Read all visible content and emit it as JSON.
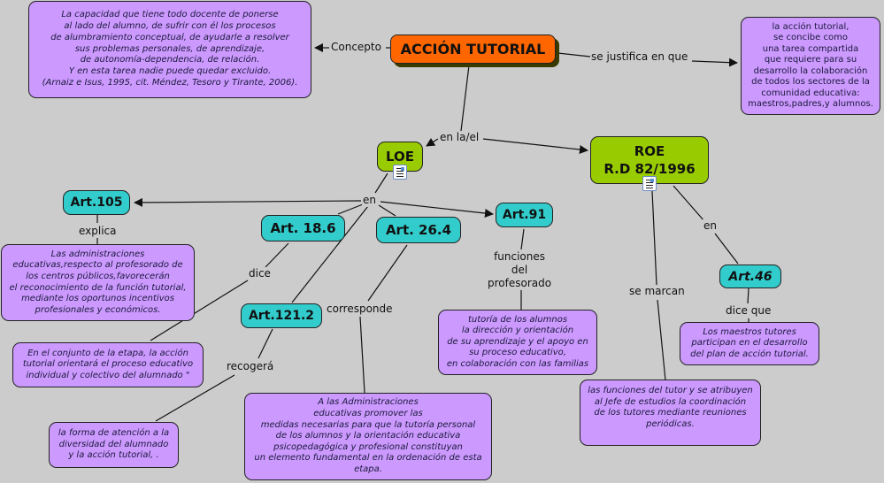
{
  "map": {
    "root": "ACCIÓN TUTORIAL",
    "concepto_label": "Concepto",
    "concepto_text": "La capacidad que tiene todo docente de ponerse\nal lado del alumno, de sufrir con él los procesos\nde alumbramiento conceptual, de ayudarle a resolver\nsus problemas personales, de aprendizaje,\nde autonomía-dependencia, de relación.\nY en esta tarea nadie puede quedar excluido.\n(Arnaiz e Isus, 1995, cit. Méndez, Tesoro y Tirante, 2006).",
    "justifica_label": "se justifica en que",
    "justifica_text": "la acción tutorial,\nse concibe como\nuna tarea compartida\nque requiere para su\ndesarrollo la colaboración\nde todos los sectores de la\ncomunidad educativa:\nmaestros,padres,y alumnos.",
    "en_la_el_label": "en la/el",
    "loe": "LOE",
    "roe": "ROE\nR.D 82/1996",
    "en_label": "en",
    "art105": "Art.105",
    "explica_label": "explica",
    "art105_text": "Las administraciones\neducativas,respecto al profesorado de\nlos centros públicos,favorecerán\nel reconocimiento de la función tutorial,\nmediante los oportunos incentivos\nprofesionales y económicos.",
    "art186": "Art. 18.6",
    "dice_label": "dice",
    "art186_text": "En el conjunto de la etapa, la acción\ntutorial orientará el proceso educativo\nindividual y colectivo del alumnado \"",
    "art1212": "Art.121.2",
    "recogera_label": "recogerá",
    "art1212_text": "la forma de atención a la\ndiversidad del alumnado\ny la acción tutorial, .",
    "art264": "Art. 26.4",
    "corresponde_label": "corresponde",
    "art264_text": "A las Administraciones\neducativas promover las\nmedidas necesarias para que la tutoría personal\nde los alumnos y la orientación educativa\npsicopedagógica y profesional constituyan\nun elemento fundamental en la ordenación de esta\netapa.",
    "art91": "Art.91",
    "funciones_label": "funciones\ndel\nprofesorado",
    "art91_text": "tutoría de los alumnos\nla dirección y orientación\nde su aprendizaje y el apoyo en\nsu proceso educativo,\nen colaboración con las familias",
    "se_marcan_label": "se marcan",
    "roe_text": "las funciones del tutor y se atribuyen\nal Jefe de estudios la coordinación\nde los tutores mediante reuniones\nperiódicas.",
    "en_roe_label": "en",
    "art46": "Art.46",
    "dice_que_label": "dice que",
    "art46_text": "Los maestros tutores\nparticipan en el desarrollo\ndel plan de acción tutorial."
  },
  "colors": {
    "background": "#cccccc",
    "root": "#ff6600",
    "law": "#99cc00",
    "article": "#33cccc",
    "text_box": "#cc99ff"
  }
}
